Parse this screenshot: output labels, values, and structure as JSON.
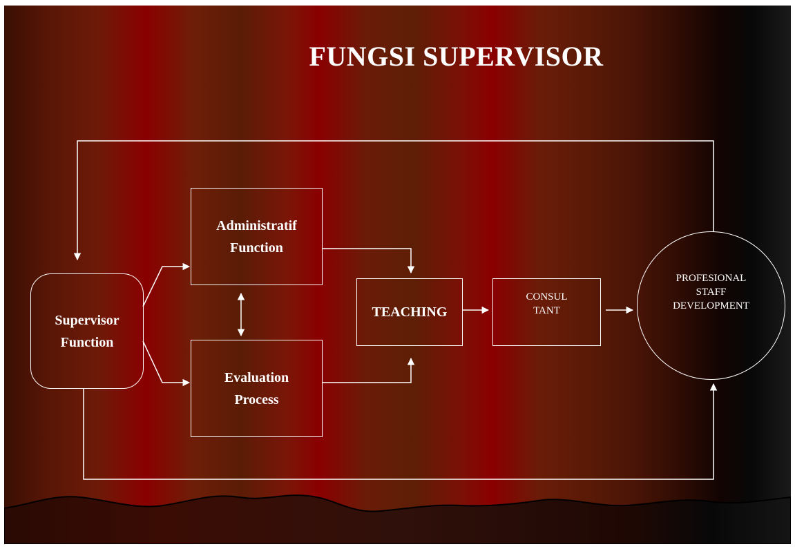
{
  "title": "FUNGSI SUPERVISOR",
  "nodes": {
    "supervisor": "Supervisor\nFunction",
    "administratif": "Administratif\nFunction",
    "evaluation": "Evaluation\nProcess",
    "teaching": "TEACHING",
    "consultant": "CONSUL\nTANT",
    "profesional": "PROFESIONAL\nSTAFF\nDEVELOPMENT"
  },
  "colors": {
    "stroke": "#ffffff",
    "text": "#ffffff",
    "curtain_red": "#8a0000",
    "curtain_brown": "#5a1c06"
  }
}
